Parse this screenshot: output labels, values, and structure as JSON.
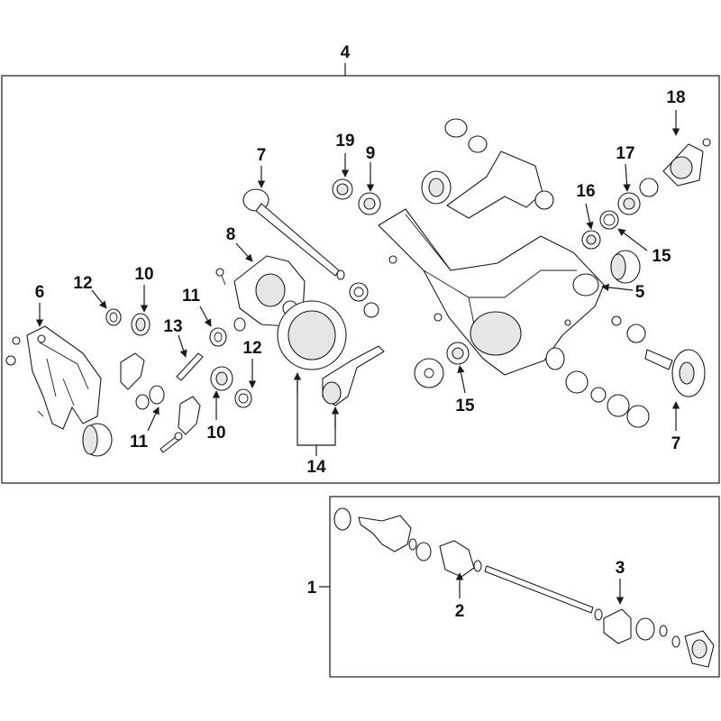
{
  "callouts": {
    "c1": "1",
    "c2": "2",
    "c3": "3",
    "c4": "4",
    "c5": "5",
    "c6": "6",
    "c7a": "7",
    "c7b": "7",
    "c8": "8",
    "c9": "9",
    "c10a": "10",
    "c10b": "10",
    "c11a": "11",
    "c11b": "11",
    "c12a": "12",
    "c12b": "12",
    "c13": "13",
    "c14": "14",
    "c15a": "15",
    "c15b": "15",
    "c16": "16",
    "c17": "17",
    "c18": "18",
    "c19": "19"
  },
  "colors": {
    "line": "#1a1a1a",
    "background": "#ffffff",
    "shade": "#e6e6e6"
  }
}
